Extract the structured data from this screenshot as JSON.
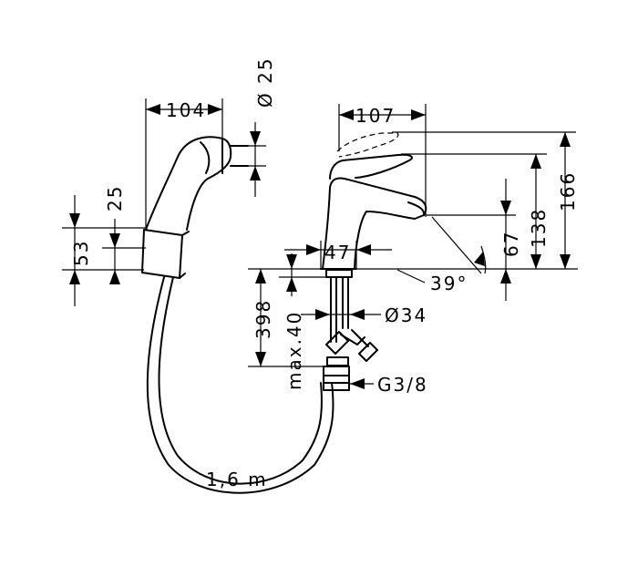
{
  "drawing": {
    "dimensions": {
      "spray_width": "104",
      "spray_diameter": "Ø 25",
      "holder_height_25": "25",
      "holder_height_53": "53",
      "faucet_reach": "107",
      "height_166": "166",
      "height_138": "138",
      "height_67": "67",
      "angle": "39°",
      "base_width": "47",
      "base_diameter": "Ø34",
      "shank_length": "398",
      "max_thickness": "max.40",
      "thread": "G3/8",
      "hose_length": "1,6 m"
    }
  }
}
